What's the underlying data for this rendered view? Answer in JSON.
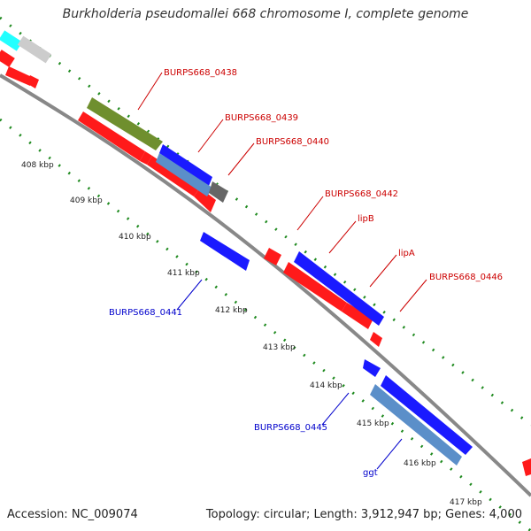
{
  "title": "Burkholderia pseudomallei 668 chromosome I, complete genome",
  "footer": {
    "accession": "Accession: NC_009074",
    "topology": "Topology: circular; Length: 3,912,947 bp; Genes: 4,000"
  },
  "colors": {
    "backbone": "#888888",
    "tick": "#1f8a1f",
    "forward_label": "#cc0000",
    "reverse_label": "#0000cc",
    "cds_red": "#ff1a1a",
    "cds_blue": "#1a1aff",
    "steel_blue": "#5b8fc9",
    "olive": "#6f8f2e",
    "gray": "#666666",
    "light_gray": "#cccccc",
    "cyan": "#22ffff"
  },
  "ticks": [
    "408 kbp",
    "409 kbp",
    "410 kbp",
    "411 kbp",
    "412 kbp",
    "413 kbp",
    "414 kbp",
    "415 kbp",
    "416 kbp",
    "417 kbp"
  ],
  "labels": {
    "forward": [
      "BURPS668_0438",
      "BURPS668_0439",
      "BURPS668_0440",
      "BURPS668_0442",
      "lipB",
      "lipA",
      "BURPS668_0446"
    ],
    "reverse": [
      "BURPS668_0441",
      "BURPS668_0445",
      "ggt"
    ]
  }
}
